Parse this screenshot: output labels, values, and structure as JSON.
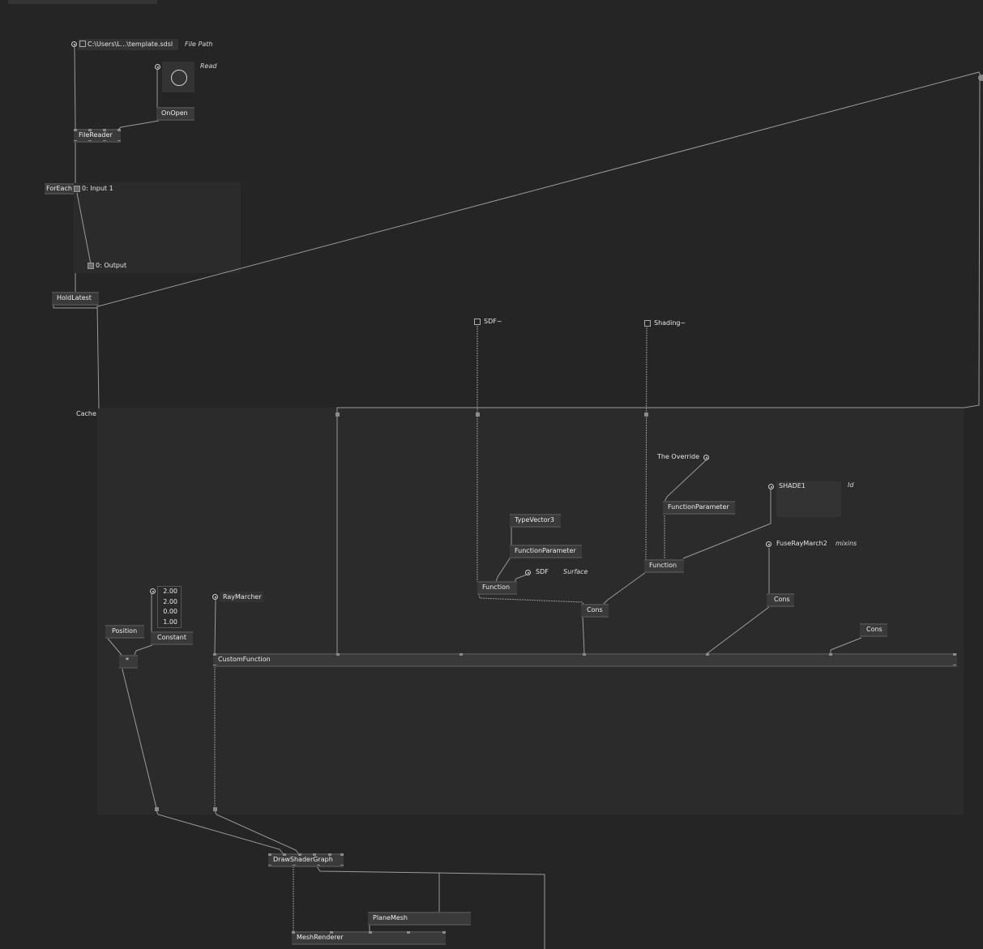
{
  "window": {
    "title": ""
  },
  "colors": {
    "background": "#252525",
    "region": "#2b2b2b",
    "node": "#3a3a3a",
    "wire": "#9a9a9a",
    "text": "#e6e6e6"
  },
  "file_input": {
    "path": "C:\\Users\\L...\\template.sdsl",
    "label": "File Path",
    "icon": "file-icon"
  },
  "read_input": {
    "label": "Read"
  },
  "nodes": {
    "on_open": "OnOpen",
    "file_reader": "FileReader",
    "hold_latest": "HoldLatest",
    "position": "Position",
    "constant": "Constant",
    "multiply": "*",
    "ray_marcher": "RayMarcher",
    "custom_function": "CustomFunction",
    "type_vector3": "TypeVector3",
    "function_parameter_1": "FunctionParameter",
    "function_1": "Function",
    "function_parameter_2": "FunctionParameter",
    "function_2": "Function",
    "cons_1": "Cons",
    "cons_2": "Cons",
    "cons_3": "Cons",
    "draw_shader_graph": "DrawShaderGraph",
    "plane_mesh": "PlaneMesh",
    "mesh_renderer": "MeshRenderer"
  },
  "regions": {
    "foreach": {
      "label": "ForEach",
      "input": "0: Input 1",
      "output": "0: Output"
    },
    "cache": {
      "label": "Cache"
    }
  },
  "pads": {
    "sdf": "SDF~",
    "shading": "Shading~",
    "the_override": "The Override",
    "shade1": "SHADE1",
    "shade1_label": "Id",
    "fuse": "FuseRayMarch2",
    "fuse_label": "mixins",
    "sdf_surface": "SDF",
    "sdf_surface_label": "Surface",
    "ray_marcher_pad": "RayMarcher"
  },
  "constant_values": [
    "2.00",
    "2.00",
    "0.00",
    "1.00"
  ]
}
